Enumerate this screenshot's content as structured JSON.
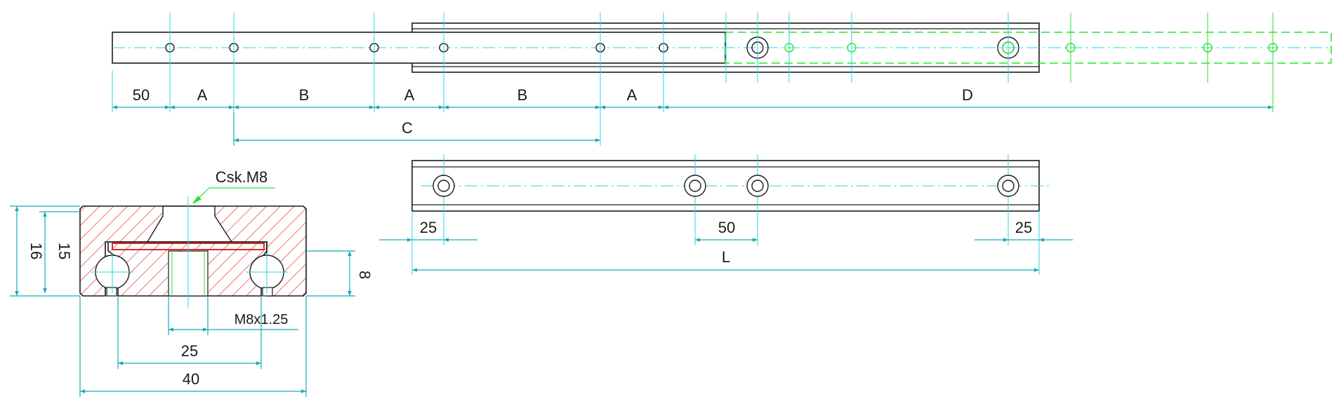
{
  "colors": {
    "outline": "#1a1a1a",
    "centerline": "#25d7e2",
    "dimension": "#18aab5",
    "extended": "#26e626",
    "hatch": "#dd2a2a"
  },
  "labels": {
    "top_offset_50": "50",
    "top_A1": "A",
    "top_B1": "B",
    "top_A2": "A",
    "top_B2": "B",
    "top_A3": "A",
    "top_D": "D",
    "top_C": "C",
    "csk": "Csk.M8",
    "h16": "16",
    "h15": "15",
    "h8": "8",
    "thread": "M8x1.25",
    "w25": "25",
    "w40": "40",
    "mid_25_left": "25",
    "mid_50": "50",
    "mid_25_right": "25",
    "mid_L": "L"
  }
}
